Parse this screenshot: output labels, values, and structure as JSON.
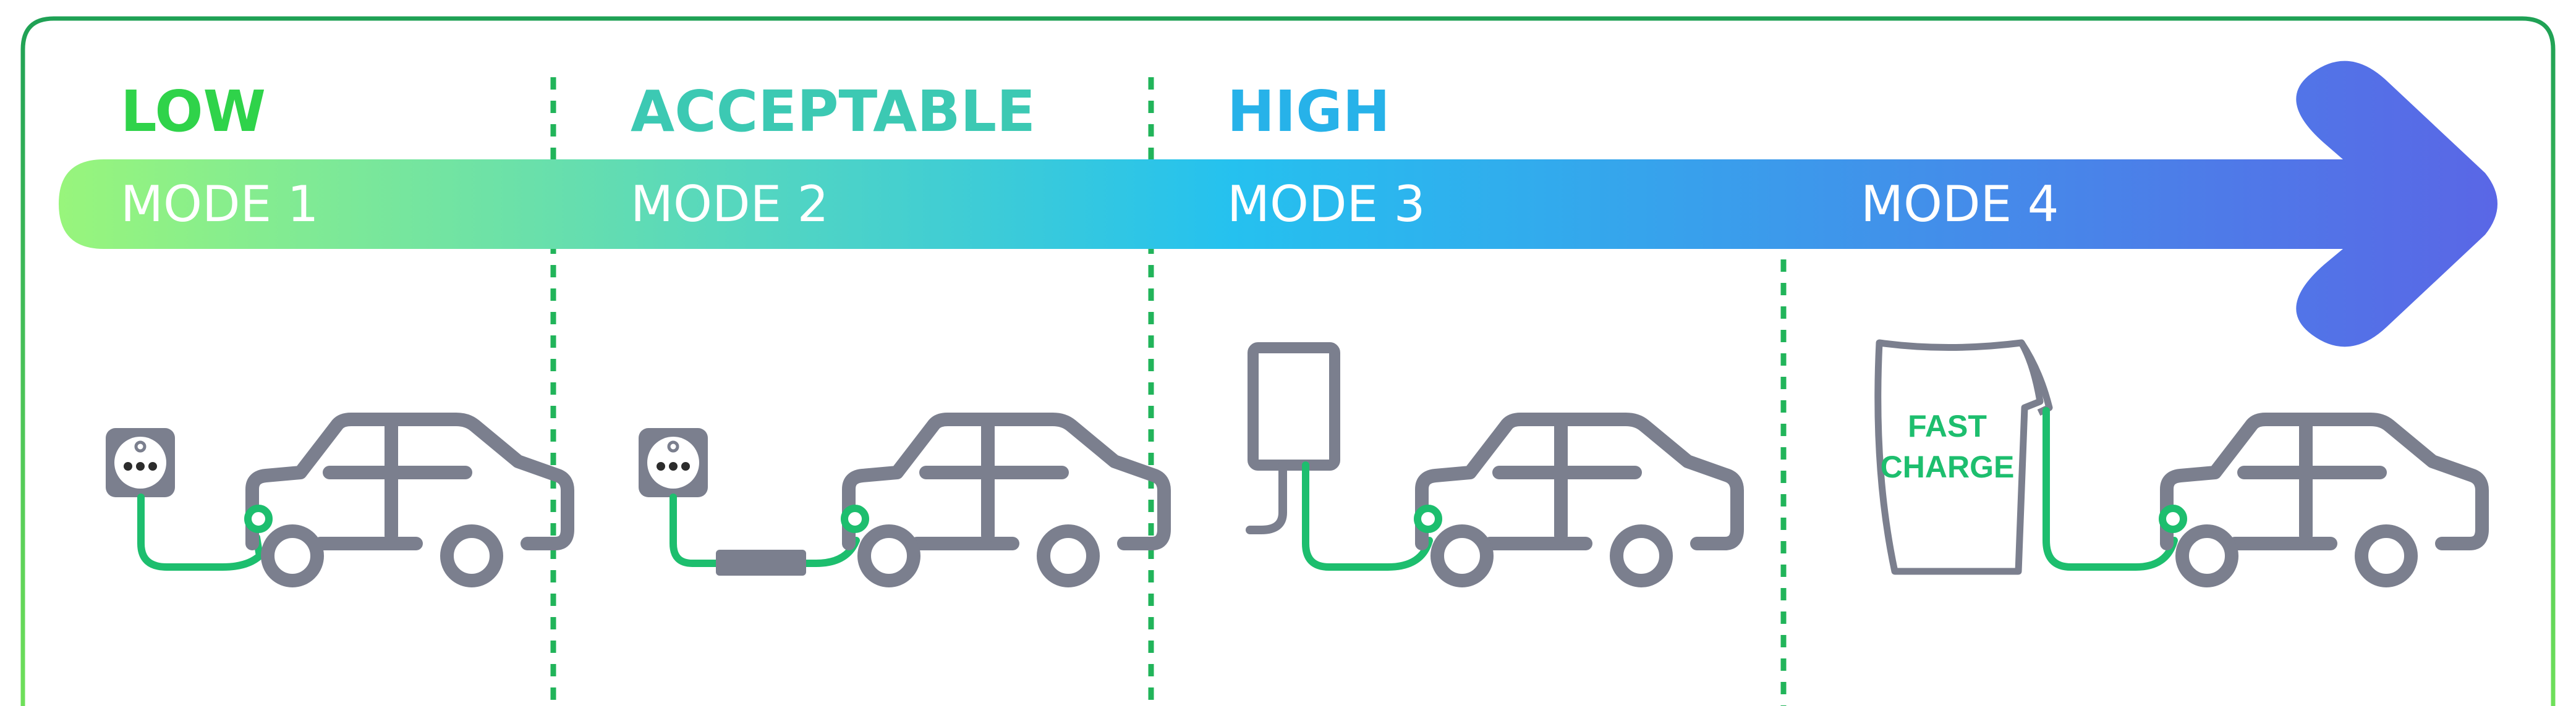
{
  "levels": [
    {
      "text": "LOW",
      "color": "#2fd34a"
    },
    {
      "text": "ACCEPTABLE",
      "color": "#3cc9b3"
    },
    {
      "text": "HIGH",
      "color": "#27b2e9"
    }
  ],
  "modes": [
    "MODE 1",
    "MODE 2",
    "MODE 3",
    "MODE 4"
  ],
  "charger_label": {
    "line1": "FAST",
    "line2": "CHARGE"
  },
  "colors": {
    "border": "#21a352",
    "cable": "#1dbe6e",
    "outline": "#7b7f8e",
    "divider": "#21b45a",
    "arrow_start": "#98f57c",
    "arrow_mid": "#25c1ef",
    "arrow_end": "#5a66e6"
  },
  "icons": [
    "socket-icon",
    "car-icon",
    "cable-box-icon",
    "wallbox-icon",
    "fast-charger-icon"
  ]
}
